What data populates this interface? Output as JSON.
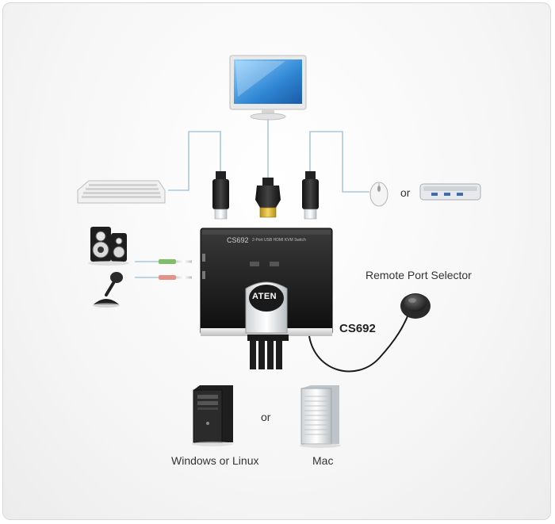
{
  "labels": {
    "or_peripheral": "or",
    "remote_port_selector": "Remote Port Selector",
    "model": "CS692",
    "or_computer": "or",
    "windows_linux": "Windows or Linux",
    "mac": "Mac"
  },
  "device": {
    "model_print": "CS692",
    "subtitle_print": "2-Port USB HDMI KVM Switch",
    "brand": "ATEN"
  },
  "colors": {
    "cable": "#a9c9dc",
    "device_body": "#1c1c1c",
    "device_top": "#d9d9d9",
    "audio_green": "#7fbf6a",
    "audio_pink": "#e4928a",
    "monitor_screen": "#3a8fd6"
  },
  "icons": [
    "monitor-icon",
    "keyboard-icon",
    "mouse-icon",
    "usb-hub-icon",
    "speakers-icon",
    "microphone-icon",
    "usb-connector-icon",
    "hdmi-connector-icon",
    "kvm-switch-icon",
    "remote-port-selector-icon",
    "pc-tower-icon",
    "mac-pro-icon"
  ]
}
